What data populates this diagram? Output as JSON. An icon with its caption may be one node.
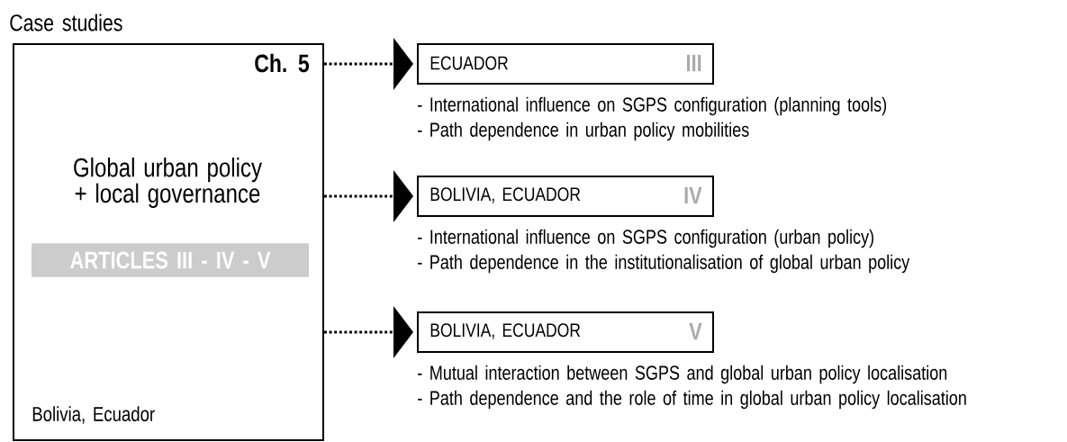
{
  "diagram": {
    "nodes": [
      {
        "text": [
          "Case studies",
          "Ch. 5",
          "Global urban policy + local governance",
          "Bolivia, Ecuador"
        ]
      },
      {
        "text": [
          "ARTICLES III - IV - V"
        ],
        "in": 0
      },
      {
        "text": [
          "ECUADOR",
          "III"
        ],
        "beside": [
          "- International influence on SGPS configuration (planning tools)",
          "- Path dependence in urban policy mobilities"
        ]
      },
      {
        "text": [
          "BOLIVIA, ECUADOR",
          "IV"
        ],
        "beside": [
          "- International influence on SGPS configuration (urban policy)",
          "- Path dependence in the institutionalisation of global urban policy"
        ]
      },
      {
        "text": [
          "BOLIVIA, ECUADOR",
          "V"
        ],
        "beside": [
          "- Mutual interaction between SGPS and global urban policy localisation",
          "- Path dependence and the role of time in global urban policy localisation"
        ]
      }
    ],
    "edges": [
      {
        "from": 0,
        "to": 2,
        "arrow": "to",
        "style": "dashed"
      },
      {
        "from": 0,
        "to": 3,
        "arrow": "to",
        "style": "dashed"
      },
      {
        "from": 0,
        "to": 4,
        "arrow": "to",
        "style": "dashed"
      }
    ]
  }
}
